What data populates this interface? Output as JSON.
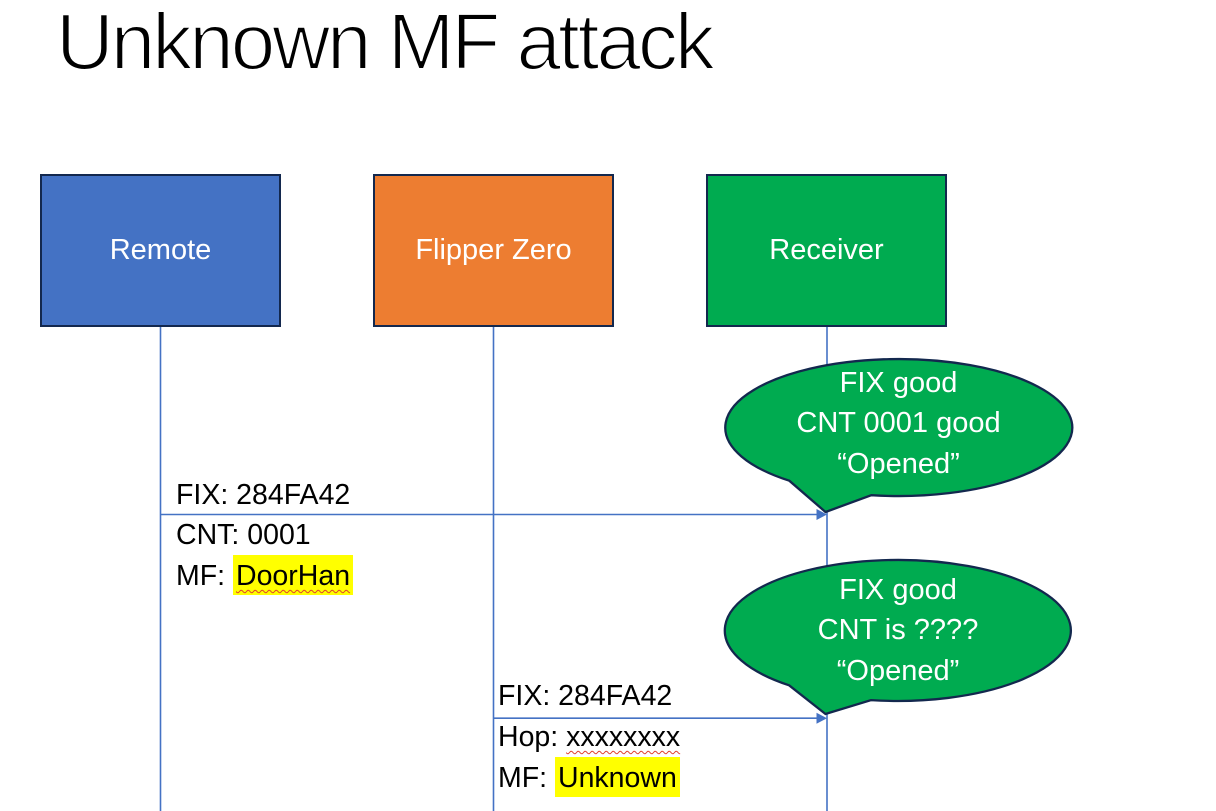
{
  "title": "Unknown MF attack",
  "actors": [
    {
      "id": "remote",
      "label": "Remote"
    },
    {
      "id": "flipper",
      "label": "Flipper Zero"
    },
    {
      "id": "receiver",
      "label": "Receiver"
    }
  ],
  "messages": [
    {
      "from": "remote",
      "to": "receiver",
      "line_above": "FIX: 284FA42",
      "lines_below": [
        {
          "prefix": "CNT: ",
          "value": "0001",
          "highlight": false,
          "squiggle": false
        },
        {
          "prefix": "MF: ",
          "value": "DoorHan",
          "highlight": true,
          "squiggle": true
        }
      ]
    },
    {
      "from": "flipper",
      "to": "receiver",
      "line_above": "FIX: 284FA42",
      "lines_below": [
        {
          "prefix": "Hop: ",
          "value": "xxxxxxxx",
          "highlight": false,
          "squiggle": true
        },
        {
          "prefix": "MF: ",
          "value": "Unknown",
          "highlight": true,
          "squiggle": false
        }
      ]
    }
  ],
  "callouts": [
    {
      "lines": [
        "FIX good",
        "CNT 0001 good",
        "“Opened”"
      ]
    },
    {
      "lines": [
        "FIX good",
        "CNT is ????",
        "“Opened”"
      ]
    }
  ],
  "colors": {
    "actor_remote_fill": "#4472c4",
    "actor_flipper_fill": "#ed7d31",
    "actor_receiver_fill": "#00ab50",
    "shape_border": "#13284e",
    "callout_fill": "#00ab50",
    "connector_blue": "#4472c4",
    "highlight_yellow": "#ffff00",
    "squiggle_red": "#e03e2d",
    "text_black": "#000000",
    "text_white": "#ffffff"
  }
}
